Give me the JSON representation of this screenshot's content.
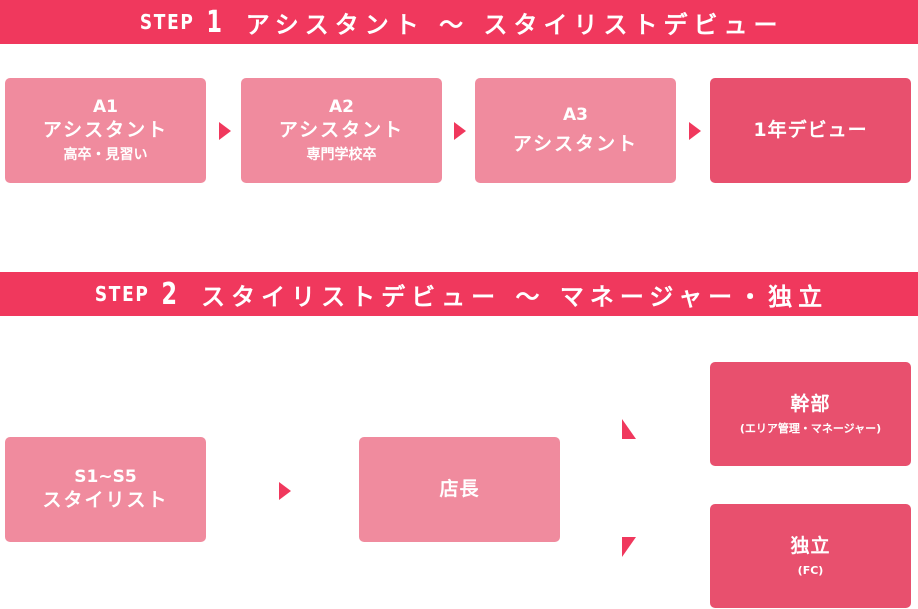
{
  "step1": {
    "word": "STEP",
    "num": "1",
    "title": "アシスタント ～ スタイリストデビュー"
  },
  "step2": {
    "word": "STEP",
    "num": "2",
    "title": "スタイリストデビュー ～ マネージャー・独立"
  },
  "row1": [
    {
      "code": "A1",
      "main": "アシスタント",
      "sub": "高卒・見習い"
    },
    {
      "code": "A2",
      "main": "アシスタント",
      "sub": "専門学校卒"
    },
    {
      "code": "A3",
      "main": "アシスタント"
    },
    {
      "main": "1年デビュー"
    }
  ],
  "row2": {
    "stylist": {
      "code": "S1~S5",
      "main": "スタイリスト"
    },
    "manager": {
      "main": "店長"
    },
    "executive": {
      "main": "幹部",
      "sub": "(エリア管理・マネージャー)"
    },
    "independent": {
      "main": "独立",
      "sub": "(FC)"
    }
  },
  "colors": {
    "banner": "#f0385d",
    "box_light": "#f08b9e",
    "box_dark": "#e8506e",
    "arrow": "#f0385d"
  }
}
